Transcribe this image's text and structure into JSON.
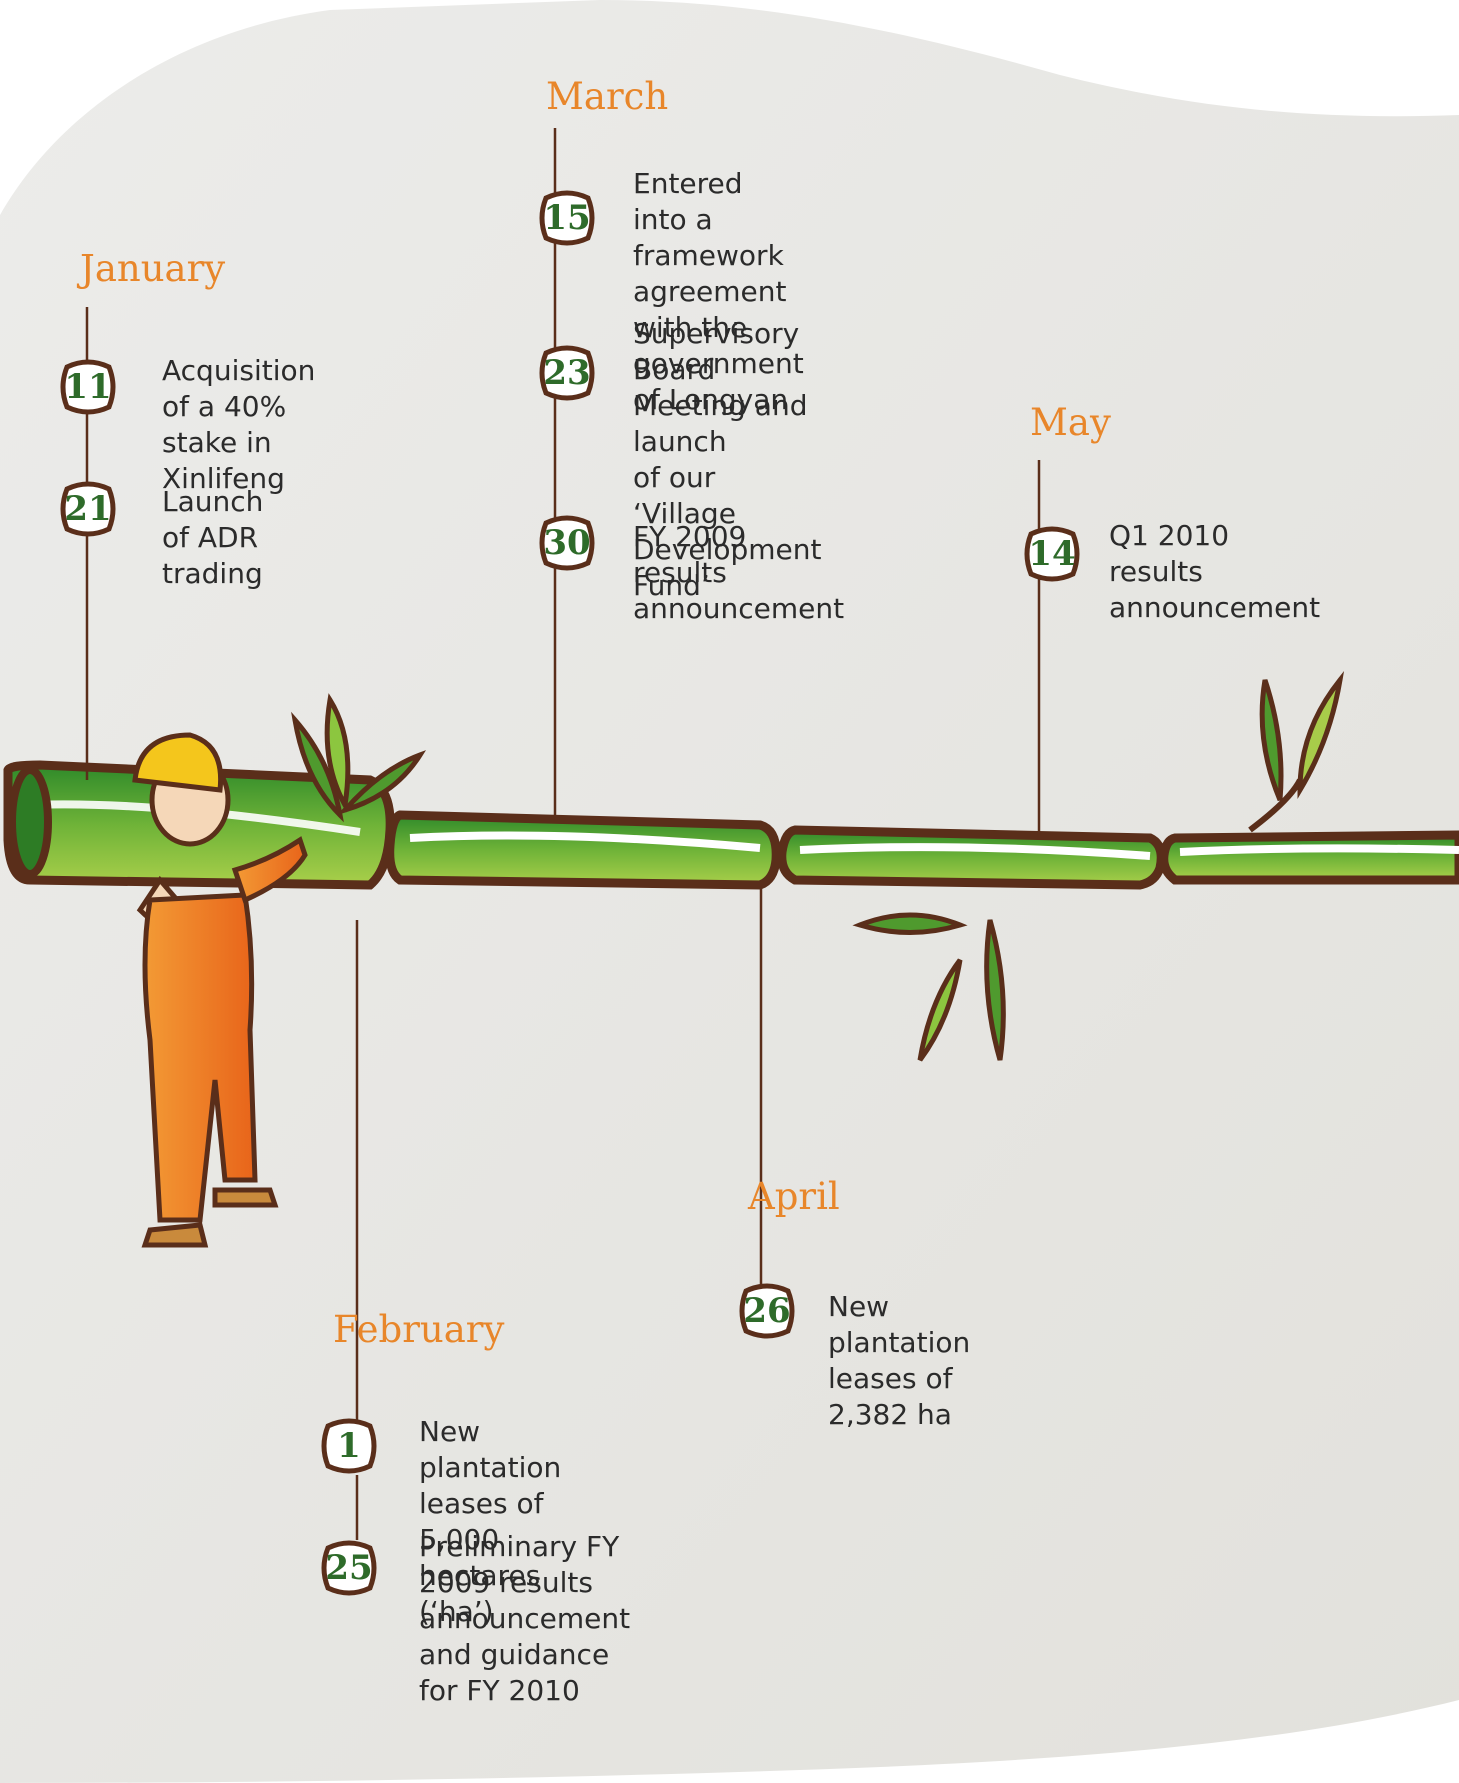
{
  "timeline": {
    "months": [
      {
        "name": "January",
        "events": [
          {
            "day": "11",
            "text": "Acquisition of a 40%\nstake in Xinlifeng"
          },
          {
            "day": "21",
            "text": "Launch of ADR\ntrading"
          }
        ]
      },
      {
        "name": "February",
        "events": [
          {
            "day": "1",
            "text": "New plantation leases of 5,000\nhectares (‘ha’)"
          },
          {
            "day": "25",
            "text": "Preliminary FY 2009 results\nannouncement and guidance\nfor FY 2010"
          }
        ]
      },
      {
        "name": "March",
        "events": [
          {
            "day": "15",
            "text": "Entered into a framework\nagreement with the\ngovernment of Longyan"
          },
          {
            "day": "23",
            "text": "Supervisory Board\nMeeting and launch\nof our ‘Village\nDevelopment Fund’"
          },
          {
            "day": "30",
            "text": "FY 2009 results\nannouncement"
          }
        ]
      },
      {
        "name": "April",
        "events": [
          {
            "day": "26",
            "text": "New plantation leases of\n2,382 ha"
          }
        ]
      },
      {
        "name": "May",
        "events": [
          {
            "day": "14",
            "text": "Q1 2010 results\nannouncement"
          }
        ]
      }
    ]
  },
  "colors": {
    "month_label": "#e8862a",
    "day_number": "#2e6b2a",
    "connector": "#5a2e1a",
    "background": "#e9e8e3",
    "bamboo_green": "#4a9a32",
    "worker_suit": "#f07a20"
  },
  "icons": [
    "worker-illustration",
    "bamboo-stalk-illustration",
    "leaf-icon"
  ]
}
